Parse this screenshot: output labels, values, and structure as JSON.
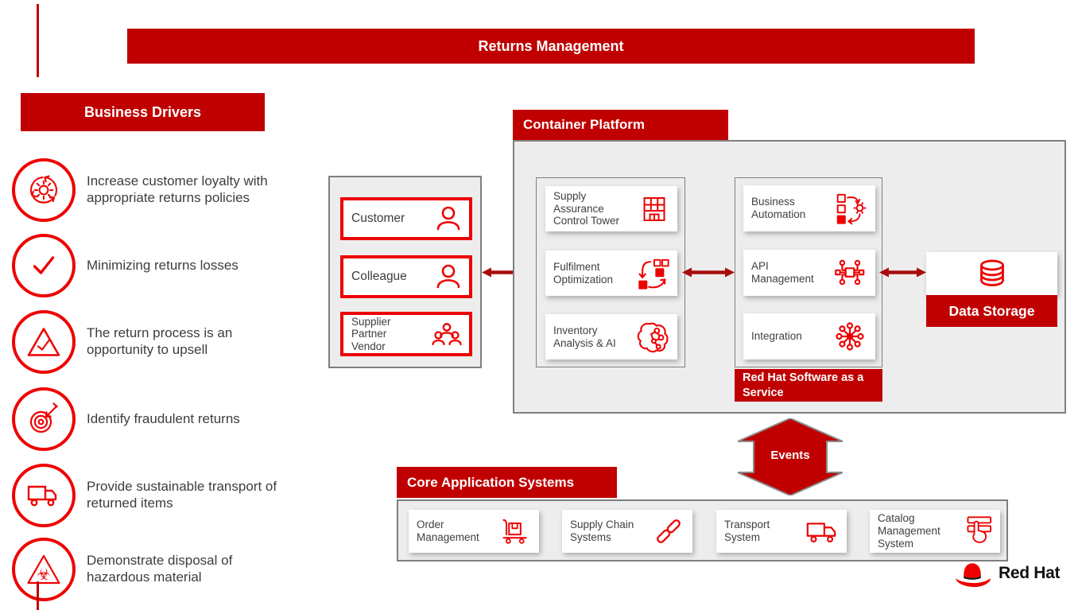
{
  "title": "Returns Management",
  "business_drivers": {
    "heading": "Business Drivers",
    "items": [
      {
        "icon": "loyalty-cycle-icon",
        "text": "Increase customer loyalty with appropriate returns policies"
      },
      {
        "icon": "check-circle-icon",
        "text": "Minimizing returns losses"
      },
      {
        "icon": "upsell-triangle-check-icon",
        "text": "The return process is an opportunity to upsell"
      },
      {
        "icon": "fraud-target-icon",
        "text": "Identify fraudulent returns"
      },
      {
        "icon": "sustainable-truck-icon",
        "text": "Provide sustainable transport of returned items"
      },
      {
        "icon": "biohazard-icon",
        "text": "Demonstrate disposal of hazardous material"
      }
    ]
  },
  "actors": {
    "items": [
      {
        "icon": "person-icon",
        "label": "Customer"
      },
      {
        "icon": "person-icon",
        "label": "Colleague"
      },
      {
        "icon": "people-group-icon",
        "label": "Supplier\nPartner\nVendor"
      }
    ]
  },
  "container_platform": {
    "heading": "Container Platform",
    "left_group": [
      {
        "icon": "control-tower-icon",
        "label": "Supply Assurance Control Tower"
      },
      {
        "icon": "fulfilment-optimization-icon",
        "label": "Fulfilment Optimization"
      },
      {
        "icon": "ai-brain-icon",
        "label": "Inventory Analysis & AI"
      }
    ],
    "right_group": [
      {
        "icon": "business-automation-icon",
        "label": "Business Automation"
      },
      {
        "icon": "api-management-icon",
        "label": "API Management"
      },
      {
        "icon": "integration-hub-icon",
        "label": "Integration"
      }
    ],
    "saas_label": "Red Hat Software as a Service"
  },
  "data_storage": {
    "icon": "database-icon",
    "label": "Data Storage"
  },
  "events_arrow": {
    "label": "Events"
  },
  "core_systems": {
    "heading": "Core Application Systems",
    "items": [
      {
        "icon": "order-management-icon",
        "label": "Order Management"
      },
      {
        "icon": "chain-link-icon",
        "label": "Supply Chain Systems"
      },
      {
        "icon": "transport-truck-icon",
        "label": "Transport System"
      },
      {
        "icon": "catalog-click-icon",
        "label": "Catalog Management System"
      }
    ]
  },
  "brand": {
    "name": "Red Hat"
  },
  "colors": {
    "banner_red": "#c00000",
    "icon_red": "#ee0000",
    "arrow_red": "#a80d0d",
    "panel_gray": "#ededed",
    "border_gray": "#7f7f7f",
    "text_dark": "#3d3d3d"
  }
}
